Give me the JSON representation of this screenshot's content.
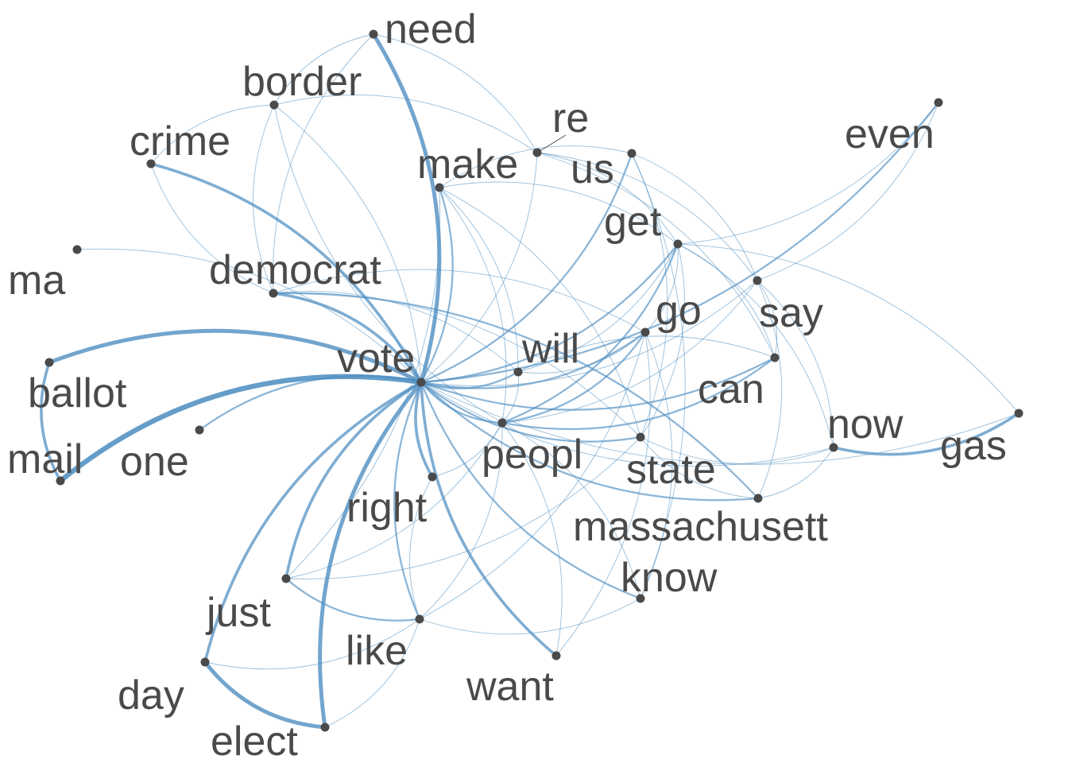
{
  "diagram": {
    "type": "word-cooccurrence-network",
    "edge_color": "#4a8cc0",
    "node_color": "#4a4a4a",
    "label_color": "#4a4a4a",
    "nodes": [
      {
        "id": "need",
        "label": "need"
      },
      {
        "id": "border",
        "label": "border"
      },
      {
        "id": "crime",
        "label": "crime"
      },
      {
        "id": "re",
        "label": "re"
      },
      {
        "id": "make",
        "label": "make"
      },
      {
        "id": "us",
        "label": "us"
      },
      {
        "id": "even",
        "label": "even"
      },
      {
        "id": "get",
        "label": "get"
      },
      {
        "id": "ma",
        "label": "ma"
      },
      {
        "id": "democrat",
        "label": "democrat"
      },
      {
        "id": "say",
        "label": "say"
      },
      {
        "id": "go",
        "label": "go"
      },
      {
        "id": "vote",
        "label": "vote"
      },
      {
        "id": "will",
        "label": "will"
      },
      {
        "id": "can",
        "label": "can"
      },
      {
        "id": "ballot",
        "label": "ballot"
      },
      {
        "id": "now",
        "label": "now"
      },
      {
        "id": "gas",
        "label": "gas"
      },
      {
        "id": "peopl",
        "label": "peopl"
      },
      {
        "id": "state",
        "label": "state"
      },
      {
        "id": "mail",
        "label": "mail"
      },
      {
        "id": "one",
        "label": "one"
      },
      {
        "id": "right",
        "label": "right"
      },
      {
        "id": "massachusett",
        "label": "massachusett"
      },
      {
        "id": "know",
        "label": "know"
      },
      {
        "id": "just",
        "label": "just"
      },
      {
        "id": "like",
        "label": "like"
      },
      {
        "id": "want",
        "label": "want"
      },
      {
        "id": "day",
        "label": "day"
      },
      {
        "id": "elect",
        "label": "elect"
      }
    ],
    "edges": [
      {
        "a": "ballot",
        "b": "mail",
        "w": 3
      },
      {
        "a": "vote",
        "b": "ballot",
        "w": 4
      },
      {
        "a": "vote",
        "b": "mail",
        "w": 5
      },
      {
        "a": "vote",
        "b": "one",
        "w": 2
      },
      {
        "a": "vote",
        "b": "ma",
        "w": 1
      },
      {
        "a": "vote",
        "b": "democrat",
        "w": 3
      },
      {
        "a": "vote",
        "b": "crime",
        "w": 3
      },
      {
        "a": "vote",
        "b": "need",
        "w": 4
      },
      {
        "a": "vote",
        "b": "border",
        "w": 1
      },
      {
        "a": "vote",
        "b": "make",
        "w": 2
      },
      {
        "a": "vote",
        "b": "re",
        "w": 1
      },
      {
        "a": "vote",
        "b": "us",
        "w": 2
      },
      {
        "a": "vote",
        "b": "get",
        "w": 2
      },
      {
        "a": "vote",
        "b": "even",
        "w": 2
      },
      {
        "a": "vote",
        "b": "go",
        "w": 2
      },
      {
        "a": "vote",
        "b": "say",
        "w": 1
      },
      {
        "a": "vote",
        "b": "will",
        "w": 2
      },
      {
        "a": "vote",
        "b": "can",
        "w": 2
      },
      {
        "a": "vote",
        "b": "peopl",
        "w": 2
      },
      {
        "a": "vote",
        "b": "state",
        "w": 2
      },
      {
        "a": "vote",
        "b": "massachusett",
        "w": 2
      },
      {
        "a": "vote",
        "b": "right",
        "w": 3
      },
      {
        "a": "vote",
        "b": "know",
        "w": 2
      },
      {
        "a": "vote",
        "b": "just",
        "w": 3
      },
      {
        "a": "vote",
        "b": "like",
        "w": 2
      },
      {
        "a": "vote",
        "b": "want",
        "w": 3
      },
      {
        "a": "vote",
        "b": "day",
        "w": 3
      },
      {
        "a": "vote",
        "b": "elect",
        "w": 4
      },
      {
        "a": "vote",
        "b": "now",
        "w": 1
      },
      {
        "a": "vote",
        "b": "gas",
        "w": 1
      },
      {
        "a": "day",
        "b": "elect",
        "w": 4
      },
      {
        "a": "day",
        "b": "like",
        "w": 1
      },
      {
        "a": "elect",
        "b": "like",
        "w": 1
      },
      {
        "a": "just",
        "b": "like",
        "w": 2
      },
      {
        "a": "just",
        "b": "peopl",
        "w": 1
      },
      {
        "a": "right",
        "b": "like",
        "w": 1
      },
      {
        "a": "right",
        "b": "peopl",
        "w": 1
      },
      {
        "a": "like",
        "b": "peopl",
        "w": 1
      },
      {
        "a": "like",
        "b": "know",
        "w": 1
      },
      {
        "a": "like",
        "b": "go",
        "w": 1
      },
      {
        "a": "want",
        "b": "peopl",
        "w": 1
      },
      {
        "a": "want",
        "b": "go",
        "w": 1
      },
      {
        "a": "know",
        "b": "peopl",
        "w": 1
      },
      {
        "a": "know",
        "b": "go",
        "w": 1
      },
      {
        "a": "know",
        "b": "us",
        "w": 1
      },
      {
        "a": "peopl",
        "b": "get",
        "w": 2
      },
      {
        "a": "peopl",
        "b": "go",
        "w": 2
      },
      {
        "a": "peopl",
        "b": "say",
        "w": 1
      },
      {
        "a": "peopl",
        "b": "can",
        "w": 2
      },
      {
        "a": "peopl",
        "b": "will",
        "w": 1
      },
      {
        "a": "peopl",
        "b": "make",
        "w": 1
      },
      {
        "a": "state",
        "b": "massachusett",
        "w": 1
      },
      {
        "a": "state",
        "b": "get",
        "w": 1
      },
      {
        "a": "state",
        "b": "us",
        "w": 1
      },
      {
        "a": "state",
        "b": "now",
        "w": 1
      },
      {
        "a": "state",
        "b": "make",
        "w": 1
      },
      {
        "a": "state",
        "b": "democrat",
        "w": 1
      },
      {
        "a": "massachusett",
        "b": "democrat",
        "w": 2
      },
      {
        "a": "massachusett",
        "b": "say",
        "w": 1
      },
      {
        "a": "massachusett",
        "b": "now",
        "w": 1
      },
      {
        "a": "now",
        "b": "gas",
        "w": 3
      },
      {
        "a": "now",
        "b": "get",
        "w": 1
      },
      {
        "a": "now",
        "b": "say",
        "w": 1
      },
      {
        "a": "gas",
        "b": "get",
        "w": 1
      },
      {
        "a": "can",
        "b": "get",
        "w": 1
      },
      {
        "a": "can",
        "b": "say",
        "w": 1
      },
      {
        "a": "can",
        "b": "will",
        "w": 1
      },
      {
        "a": "can",
        "b": "re",
        "w": 1
      },
      {
        "a": "will",
        "b": "get",
        "w": 1
      },
      {
        "a": "will",
        "b": "go",
        "w": 1
      },
      {
        "a": "will",
        "b": "make",
        "w": 1
      },
      {
        "a": "will",
        "b": "democrat",
        "w": 1
      },
      {
        "a": "go",
        "b": "get",
        "w": 1
      },
      {
        "a": "go",
        "b": "democrat",
        "w": 1
      },
      {
        "a": "get",
        "b": "even",
        "w": 1
      },
      {
        "a": "get",
        "b": "re",
        "w": 1
      },
      {
        "a": "get",
        "b": "make",
        "w": 1
      },
      {
        "a": "say",
        "b": "even",
        "w": 1
      },
      {
        "a": "say",
        "b": "us",
        "w": 1
      },
      {
        "a": "say",
        "b": "re",
        "w": 1
      },
      {
        "a": "us",
        "b": "make",
        "w": 1
      },
      {
        "a": "re",
        "b": "need",
        "w": 1
      },
      {
        "a": "re",
        "b": "border",
        "w": 1
      },
      {
        "a": "need",
        "b": "border",
        "w": 1
      },
      {
        "a": "need",
        "b": "democrat",
        "w": 1
      },
      {
        "a": "border",
        "b": "crime",
        "w": 1
      },
      {
        "a": "border",
        "b": "democrat",
        "w": 1
      },
      {
        "a": "border",
        "b": "peopl",
        "w": 1
      },
      {
        "a": "crime",
        "b": "democrat",
        "w": 1
      },
      {
        "a": "just",
        "b": "make",
        "w": 1
      },
      {
        "a": "just",
        "b": "state",
        "w": 1
      }
    ]
  }
}
